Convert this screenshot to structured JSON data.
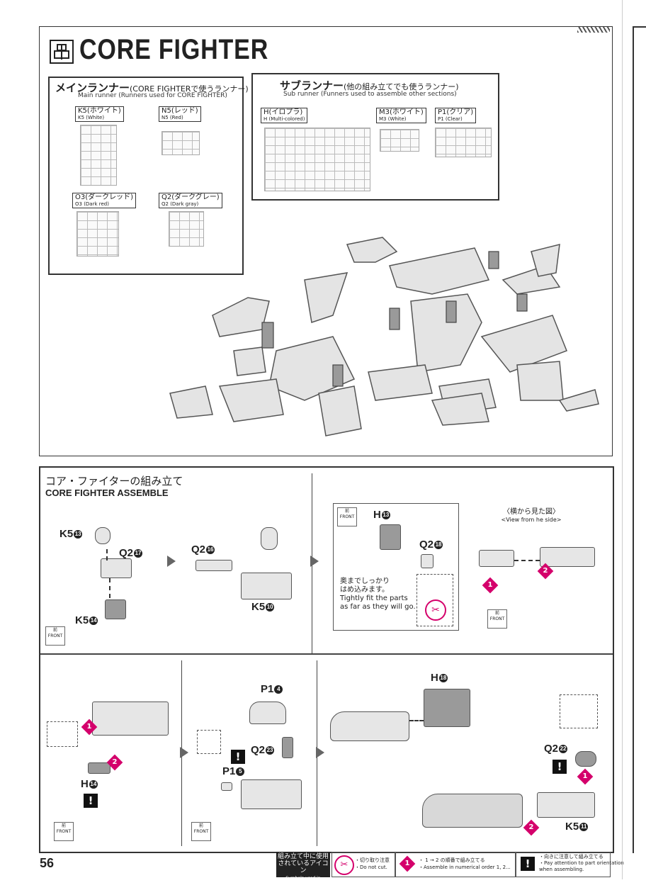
{
  "page_number": "56",
  "section": {
    "title": "CORE FIGHTER",
    "icon": "core-fighter-icon"
  },
  "main_runner": {
    "heading_jp": "メインランナー",
    "heading_paren": "(CORE FIGHTERで使うランナー)",
    "sub": "Main runner (Runners used for CORE FIGHTER)",
    "runners": [
      {
        "jp": "K5(ホワイト)",
        "en": "K5 (White)"
      },
      {
        "jp": "N5(レッド)",
        "en": "N5 (Red)"
      },
      {
        "jp": "O3(ダークレッド)",
        "en": "O3 (Dark red)"
      },
      {
        "jp": "Q2(ダークグレー)",
        "en": "Q2 (Dark gray)"
      }
    ]
  },
  "sub_runner": {
    "heading_jp": "サブランナー",
    "heading_paren": "(他の組み立てでも使うランナー)",
    "sub": "Sub runner (Funners used to assemble other sections)",
    "runners": [
      {
        "jp": "H(イロプラ)",
        "en": "H (Multi-colored)"
      },
      {
        "jp": "M3(ホワイト)",
        "en": "M3 (White)"
      },
      {
        "jp": "P1(クリア)",
        "en": "P1 (Clear)"
      }
    ]
  },
  "assembly": {
    "title_jp": "コア・ファイターの組み立て",
    "title_en": "CORE FIGHTER ASSEMBLE",
    "front_jp": "前",
    "front_en": "FRONT",
    "view_side_jp": "〈横から見た図〉",
    "view_side_en": "<View from he side>",
    "tip_jp_1": "奥までしっかり",
    "tip_jp_2": "はめ込みます。",
    "tip_en_1": "Tightly fit the parts",
    "tip_en_2": "as far as they will go.",
    "labels": {
      "k5_13": "K5",
      "n13": "13",
      "q2_17": "Q2",
      "n17": "17",
      "k5_14": "K5",
      "n14": "14",
      "q2_16": "Q2",
      "n16": "16",
      "k5_10": "K5",
      "n10": "10",
      "h_13": "H",
      "nh13": "13",
      "q2_18": "Q2",
      "n18": "18",
      "h_14": "H",
      "nh14": "14",
      "p1_4": "P1",
      "n4": "4",
      "q2_23": "Q2",
      "n23": "23",
      "p1_5": "P1",
      "n5": "5",
      "h_18": "H",
      "nh18": "18",
      "q2_22": "Q2",
      "n22": "22",
      "k5_11": "K5",
      "n11": "11"
    },
    "step1": "1",
    "step2": "2",
    "warn": "!"
  },
  "footer": {
    "icons_jp_1": "組み立て中に使用",
    "icons_jp_2": "されているアイコン",
    "icons_en": "Symbols used in instructions",
    "cut_jp": "・切り取り注意",
    "cut_en": "・Do not cut.",
    "order_jp": "・ 1 → 2 の順番で組み立てる",
    "order_en": "・Assemble in numerical order 1, 2...",
    "orient_jp": "・向きに注意して組み立てる",
    "orient_en_1": "・Pay attention to part orientation",
    "orient_en_2": "when assembling."
  },
  "colors": {
    "accent": "#d4006b",
    "frame": "#333333",
    "part_gray": "#9a9a9a"
  }
}
